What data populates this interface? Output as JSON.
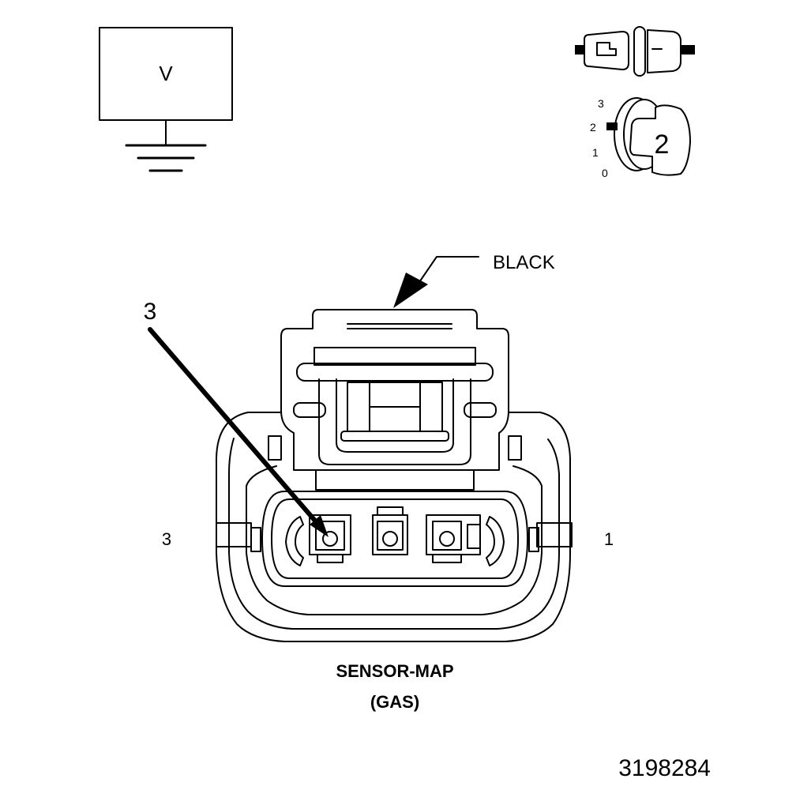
{
  "meter_symbol": {
    "label": "V"
  },
  "key_icon": {
    "scale": [
      "3",
      "2",
      "1",
      "0"
    ],
    "number": "2"
  },
  "callouts": {
    "color": "BLACK",
    "pin_pointer": "3"
  },
  "pins": {
    "left": "3",
    "right": "1"
  },
  "connector": {
    "name": "SENSOR-MAP",
    "variant": "(GAS)"
  },
  "figure_id": "3198284"
}
